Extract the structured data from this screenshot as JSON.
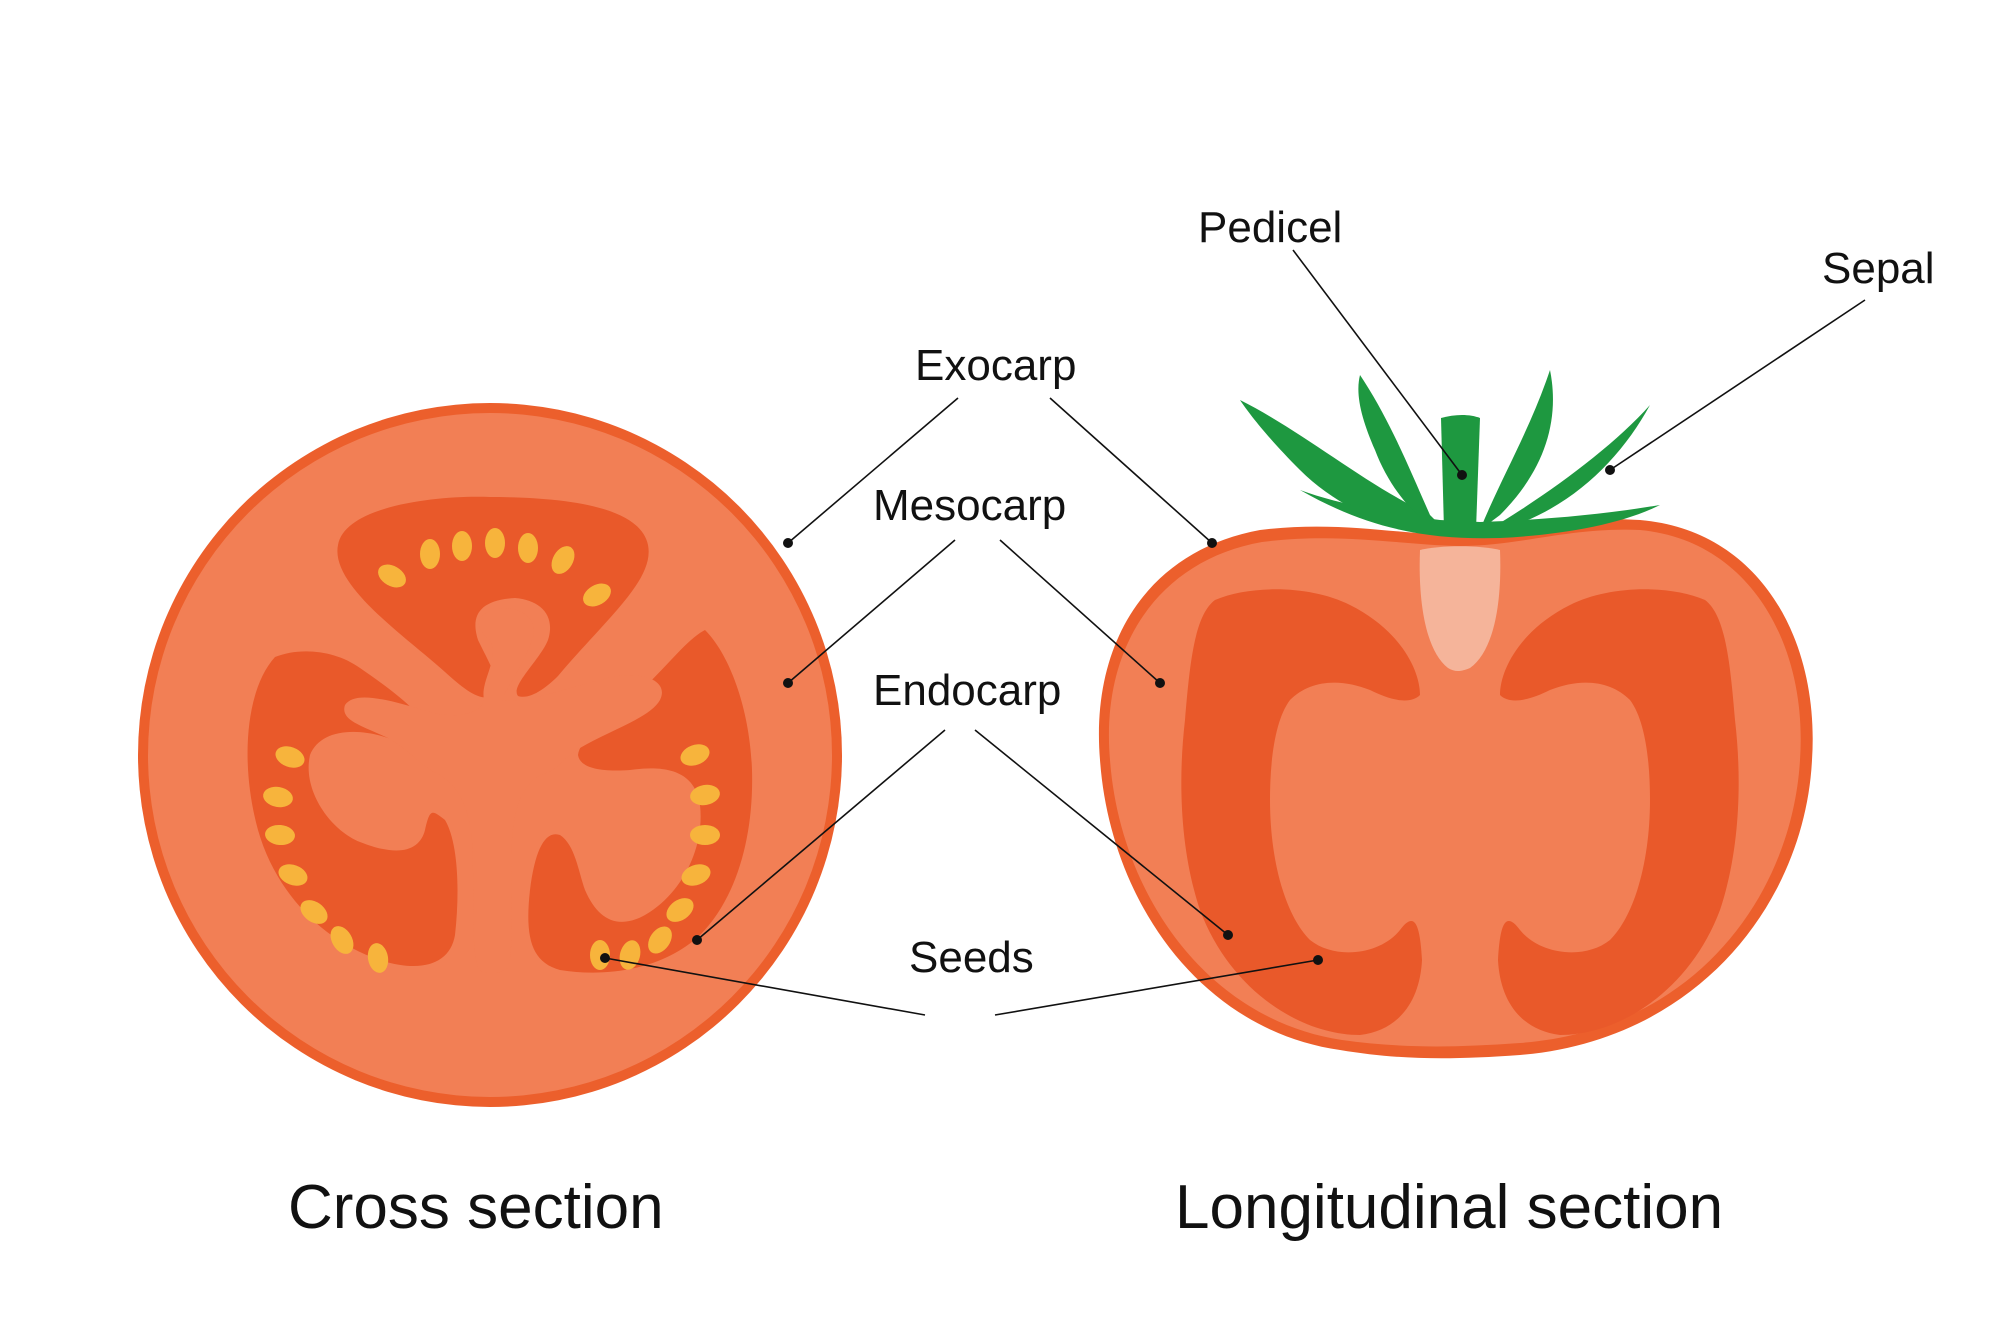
{
  "labels": {
    "exocarp": "Exocarp",
    "mesocarp": "Mesocarp",
    "endocarp": "Endocarp",
    "seeds": "Seeds",
    "pedicel": "Pedicel",
    "sepal": "Sepal"
  },
  "captions": {
    "cross": "Cross section",
    "longitudinal": "Longitudinal section"
  },
  "colors": {
    "exocarp": "#ec5f2c",
    "mesocarp": "#f27f55",
    "locule_gel": "#e9592a",
    "seed": "#f7b43c",
    "pedicel_green": "#1e9840",
    "pith": "#f5b49a",
    "leader_line": "#111111"
  }
}
